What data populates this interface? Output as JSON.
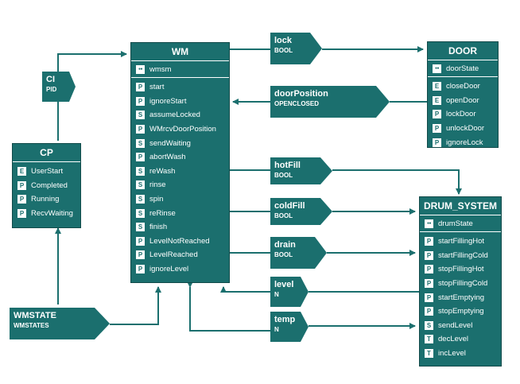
{
  "blocks": {
    "wm": {
      "title": "WM",
      "header_item": "wmsm",
      "items": [
        {
          "badge": "P",
          "label": "start"
        },
        {
          "badge": "P",
          "label": "ignoreStart"
        },
        {
          "badge": "S",
          "label": "assumeLocked"
        },
        {
          "badge": "P",
          "label": "WMrcvDoorPosition"
        },
        {
          "badge": "S",
          "label": "sendWaiting"
        },
        {
          "badge": "P",
          "label": "abortWash"
        },
        {
          "badge": "S",
          "label": "reWash"
        },
        {
          "badge": "S",
          "label": "rinse"
        },
        {
          "badge": "S",
          "label": "spin"
        },
        {
          "badge": "S",
          "label": "reRinse"
        },
        {
          "badge": "S",
          "label": "finish"
        },
        {
          "badge": "P",
          "label": "LevelNotReached"
        },
        {
          "badge": "P",
          "label": "LevelReached"
        },
        {
          "badge": "P",
          "label": "ignoreLevel"
        }
      ]
    },
    "door": {
      "title": "DOOR",
      "header_item": "doorState",
      "items": [
        {
          "badge": "E",
          "label": "closeDoor"
        },
        {
          "badge": "E",
          "label": "openDoor"
        },
        {
          "badge": "P",
          "label": "lockDoor"
        },
        {
          "badge": "P",
          "label": "unlockDoor"
        },
        {
          "badge": "P",
          "label": "ignoreLock"
        }
      ]
    },
    "cp": {
      "title": "CP",
      "items": [
        {
          "badge": "E",
          "label": "UserStart"
        },
        {
          "badge": "P",
          "label": "Completed"
        },
        {
          "badge": "P",
          "label": "Running"
        },
        {
          "badge": "P",
          "label": "RecvWaiting"
        }
      ]
    },
    "drum": {
      "title": "DRUM_SYSTEM",
      "header_item": "drumState",
      "items": [
        {
          "badge": "P",
          "label": "startFillingHot"
        },
        {
          "badge": "P",
          "label": "startFillingCold"
        },
        {
          "badge": "P",
          "label": "stopFillingHot"
        },
        {
          "badge": "P",
          "label": "stopFillingCold"
        },
        {
          "badge": "P",
          "label": "startEmptying"
        },
        {
          "badge": "P",
          "label": "stopEmptying"
        },
        {
          "badge": "S",
          "label": "sendLevel"
        },
        {
          "badge": "T",
          "label": "decLevel"
        },
        {
          "badge": "T",
          "label": "incLevel"
        }
      ]
    }
  },
  "signals": {
    "lock": {
      "name": "lock",
      "type": "BOOL"
    },
    "doorPosition": {
      "name": "doorPosition",
      "type": "OPENCLOSED"
    },
    "ci": {
      "name": "CI",
      "type": "PID"
    },
    "hotFill": {
      "name": "hotFill",
      "type": "BOOL"
    },
    "coldFill": {
      "name": "coldFill",
      "type": "BOOL"
    },
    "drain": {
      "name": "drain",
      "type": "BOOL"
    },
    "level": {
      "name": "level",
      "type": "N"
    },
    "temp": {
      "name": "temp",
      "type": "N"
    },
    "wmstate": {
      "name": "WMSTATE",
      "type": "WMSTATES"
    }
  },
  "colors": {
    "block": "#1b6f6e",
    "wire": "#1b6f6e",
    "text": "#ffffff"
  }
}
